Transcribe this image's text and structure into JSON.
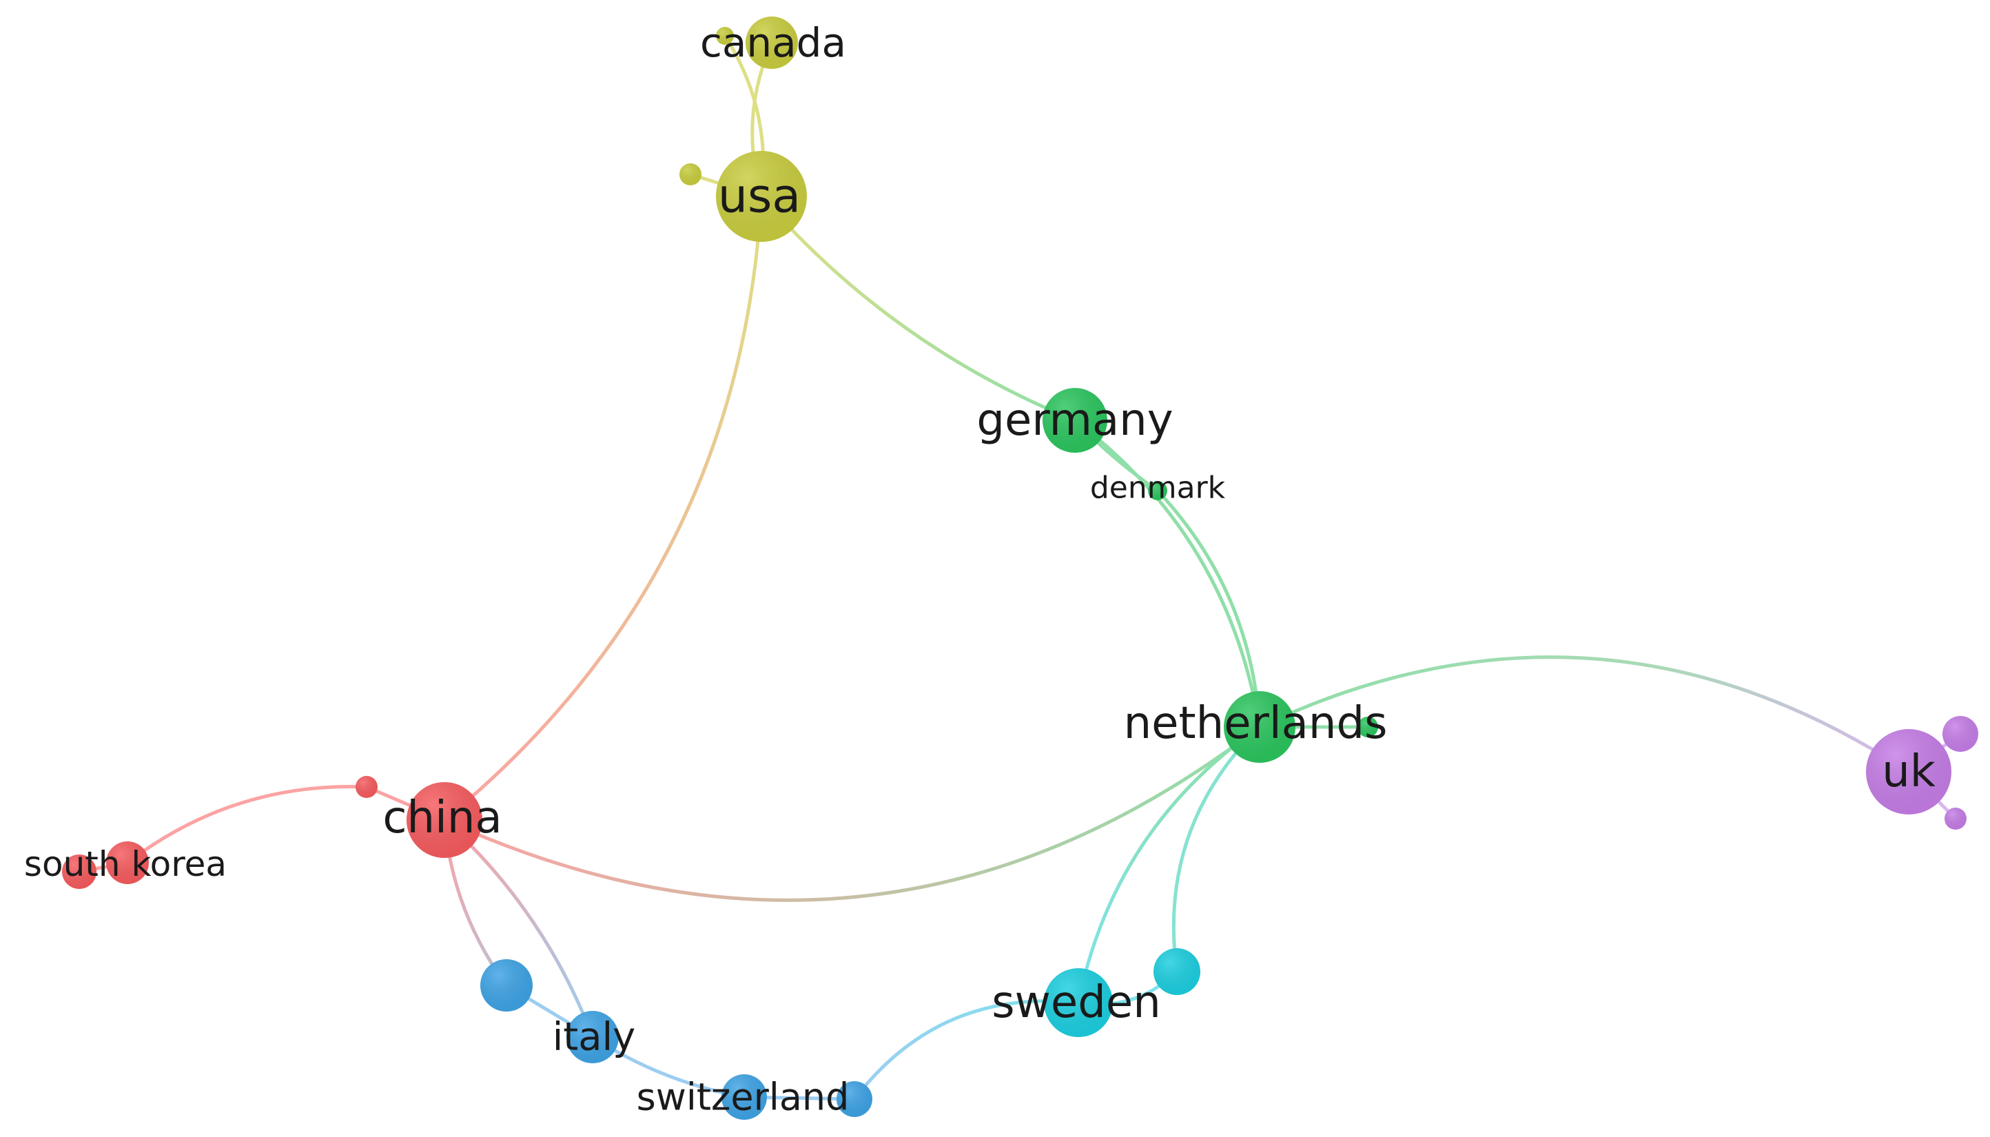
{
  "network": {
    "colors": {
      "red": "#f65b5e",
      "olive": "#c9cd3e",
      "green": "#2bc55e",
      "cyan": "#1ccfe0",
      "blue": "#3ea3e5",
      "purple": "#c57de6"
    },
    "nodes": [
      {
        "id": "canada",
        "label": "canada",
        "color": "olive"
      },
      {
        "id": "canada-small",
        "label": "",
        "color": "olive"
      },
      {
        "id": "usa",
        "label": "usa",
        "color": "olive"
      },
      {
        "id": "usa-small",
        "label": "",
        "color": "olive"
      },
      {
        "id": "germany",
        "label": "germany",
        "color": "green"
      },
      {
        "id": "denmark",
        "label": "denmark",
        "color": "green"
      },
      {
        "id": "netherlands",
        "label": "netherlands",
        "color": "green"
      },
      {
        "id": "netherlands-small",
        "label": "",
        "color": "green"
      },
      {
        "id": "uk",
        "label": "uk",
        "color": "purple"
      },
      {
        "id": "uk-small-1",
        "label": "",
        "color": "purple"
      },
      {
        "id": "uk-small-2",
        "label": "",
        "color": "purple"
      },
      {
        "id": "china",
        "label": "china",
        "color": "red"
      },
      {
        "id": "china-small",
        "label": "",
        "color": "red"
      },
      {
        "id": "south-korea",
        "label": "south korea",
        "color": "red"
      },
      {
        "id": "south-korea-small",
        "label": "",
        "color": "red"
      },
      {
        "id": "sweden",
        "label": "sweden",
        "color": "cyan"
      },
      {
        "id": "sweden-small",
        "label": "",
        "color": "cyan"
      },
      {
        "id": "italy",
        "label": "italy",
        "color": "blue"
      },
      {
        "id": "italy-small",
        "label": "",
        "color": "blue"
      },
      {
        "id": "switzerland",
        "label": "switzerland",
        "color": "blue"
      },
      {
        "id": "switzerland-small",
        "label": "",
        "color": "blue"
      }
    ],
    "links": [
      {
        "from": "usa",
        "to": "canada"
      },
      {
        "from": "usa",
        "to": "canada-small"
      },
      {
        "from": "usa",
        "to": "usa-small"
      },
      {
        "from": "usa",
        "to": "germany"
      },
      {
        "from": "usa",
        "to": "china"
      },
      {
        "from": "germany",
        "to": "denmark"
      },
      {
        "from": "germany",
        "to": "netherlands"
      },
      {
        "from": "denmark",
        "to": "netherlands"
      },
      {
        "from": "netherlands",
        "to": "netherlands-small"
      },
      {
        "from": "netherlands",
        "to": "uk"
      },
      {
        "from": "netherlands",
        "to": "china"
      },
      {
        "from": "netherlands",
        "to": "sweden"
      },
      {
        "from": "netherlands",
        "to": "sweden-small"
      },
      {
        "from": "uk",
        "to": "uk-small-1"
      },
      {
        "from": "uk",
        "to": "uk-small-2"
      },
      {
        "from": "china",
        "to": "china-small"
      },
      {
        "from": "china-small",
        "to": "south-korea"
      },
      {
        "from": "south-korea",
        "to": "south-korea-small"
      },
      {
        "from": "china",
        "to": "italy"
      },
      {
        "from": "china",
        "to": "italy-small"
      },
      {
        "from": "italy-small",
        "to": "italy"
      },
      {
        "from": "italy",
        "to": "switzerland"
      },
      {
        "from": "switzerland",
        "to": "switzerland-small"
      },
      {
        "from": "switzerland-small",
        "to": "sweden"
      },
      {
        "from": "sweden",
        "to": "sweden-small"
      }
    ]
  }
}
